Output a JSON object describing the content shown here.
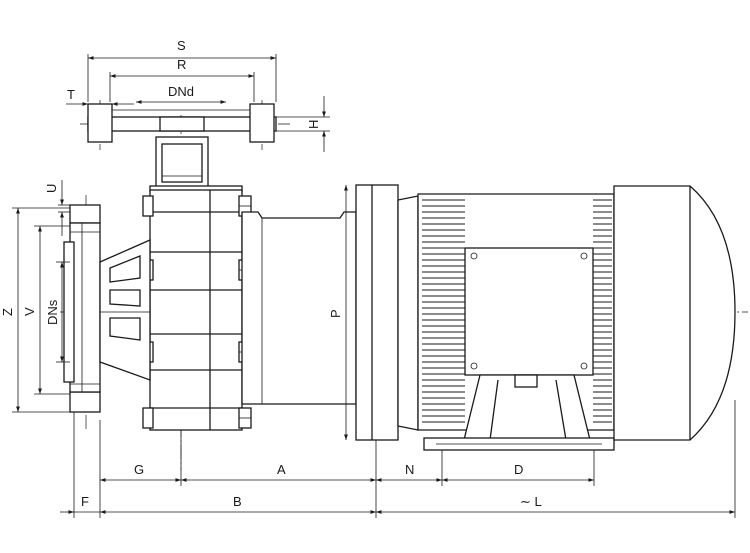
{
  "drawing": {
    "labels": {
      "S": "S",
      "R": "R",
      "T": "T",
      "DNd": "DNd",
      "H": "H",
      "U": "U",
      "Z": "Z",
      "V": "V",
      "DNs": "DNs",
      "P": "P",
      "G": "G",
      "A": "A",
      "N": "N",
      "D": "D",
      "F": "F",
      "B": "B",
      "L": "∼ L"
    }
  }
}
